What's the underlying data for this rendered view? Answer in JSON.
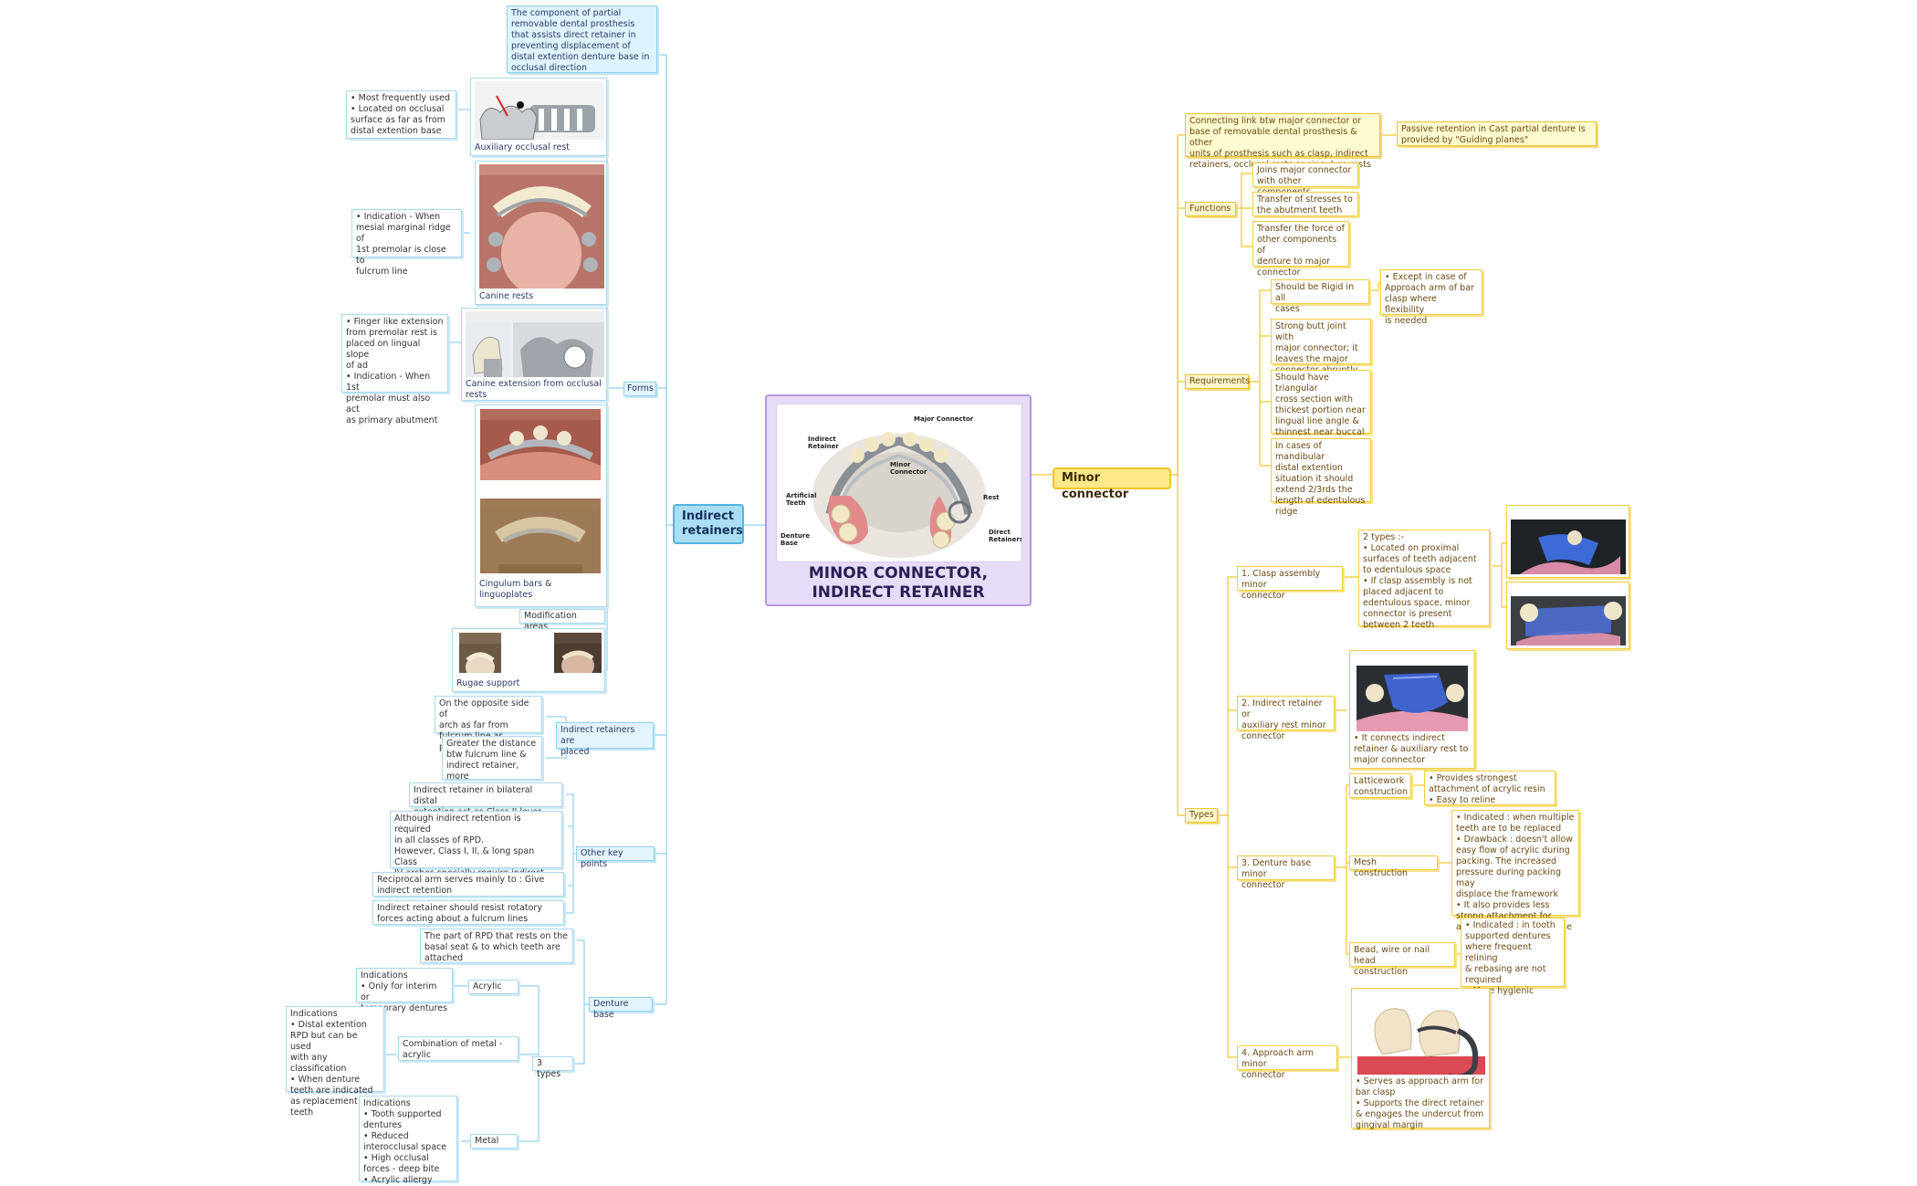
{
  "central": {
    "title": "MINOR CONNECTOR,\nINDIRECT RETAINER",
    "image_labels": {
      "major_connector": "Major Connector",
      "indirect_retainer": "Indirect\nRetainer",
      "minor_connector": "Minor\nConnector",
      "artificial_teeth": "Artificial\nTeeth",
      "rest": "Rest",
      "denture_base": "Denture\nBase",
      "direct_retainers": "Direct\nRetainers"
    }
  },
  "left": {
    "main_label": "Indirect\nretainers",
    "definition": "The component of partial\nremovable dental prosthesis\nthat assists direct retainer in\npreventing displacement of\ndistal extention denture base in\nocclusal direction",
    "forms": {
      "label": "Forms",
      "auxiliary": {
        "caption": "Auxiliary occlusal rest",
        "note": "•  Most frequently used\n•  Located on occlusal\nsurface as far as from\ndistal extention base"
      },
      "canine_rests": {
        "caption": "Canine rests",
        "note": "•  Indication - When\nmesial marginal ridge of\n1st premolar is close to\nfulcrum line"
      },
      "canine_extension": {
        "caption": "Canine extension from occlusal\nrests",
        "note": "•  Finger like extension\nfrom premolar rest is\nplaced on lingual slope\nof ad\n•  Indication - When 1st\npremolar must also act\nas primary abutment"
      },
      "cingulum": {
        "caption": "Cingulum bars &\nlinguoplates"
      },
      "modification": {
        "caption": "Modification areas"
      },
      "rugae": {
        "caption": "Rugae support"
      }
    },
    "placed": {
      "label": "Indirect retainers are\nplaced",
      "items": [
        "On the opposite side of\narch as far from\nfulcrum line as possible",
        "Greater the distance\nbtw fulcrum line &\nindirect retainer, more\neffective it'll be"
      ]
    },
    "key_points": {
      "label": "Other key points",
      "items": [
        "Indirect retainer in bilateral distal\nextention act as Class II lever",
        "Although indirect retention is required\nin all classes of RPD.\nHowever, Class I, II, & long span Class\nIV arches specially require indirect\nretention",
        "Reciprocal arm serves mainly to : Give\nindirect retention",
        "Indirect retainer should resist rotatory\nforces acting about a fulcrum lines"
      ]
    },
    "denture_base": {
      "label": "Denture base",
      "definition": "The part of RPD that rests on the\nbasal seat & to which teeth are\nattached",
      "types_label": "3 types",
      "acrylic": {
        "label": "Acrylic",
        "note": "Indications\n•  Only for interim or\ntemporary dentures"
      },
      "combo": {
        "label": "Combination of metal -\nacrylic",
        "note": "Indications\n•  Distal extention\nRPD but can be used\nwith any\nclassification\n•  When denture\nteeth are indicated\nas replacement teeth"
      },
      "metal": {
        "label": "Metal",
        "note": "Indications\n•  Tooth supported\ndentures\n•  Reduced\ninterocclusal space\n•  High occlusal\nforces - deep bite\n•  Acrylic allergy"
      }
    }
  },
  "right": {
    "main_label": "Minor connector",
    "definition": "Connecting link btw major connector or\nbase of removable dental prosthesis & other\nunits of prosthesis such as clasp, indirect\nretainers, occlusal rests or cingulum rests",
    "definition_note": "Passive retention in Cast partial denture is\nprovided by \"Guiding planes\"",
    "functions": {
      "label": "Functions",
      "items": [
        "Joins major connector\nwith other components",
        "Transfer of stresses to\nthe abutment teeth",
        "Transfer the force of\nother components of\ndenture to major\nconnector"
      ]
    },
    "requirements": {
      "label": "Requirements",
      "items": [
        "Should be Rigid in all\ncases",
        "Strong butt joint with\nmajor connector; it\nleaves the major\nconnector abruptly",
        "Should have triangular\ncross section with\nthickest portion near\nlingual line angle &\nthinnest near buccal\nline angle",
        "In cases of mandibular\ndistal extention\nsituation it should\nextend 2/3rds the\nlength of edentulous\nridge"
      ],
      "rigid_note": "•  Except in case of\nApproach arm of bar\nclasp where flexibility\nis needed"
    },
    "types": {
      "label": "Types",
      "clasp": {
        "label": "1. Clasp assembly minor\nconnector",
        "note": "2 types :-\n•  Located on proximal\nsurfaces of teeth adjacent\nto edentulous space\n•  If clasp assembly is not\nplaced adjacent to\nedentulous space, minor\nconnector is present\nbetween 2 teeth"
      },
      "indirect": {
        "label": "2. Indirect retainer or\nauxiliary rest minor\nconnector",
        "note": "•  It connects indirect\nretainer & auxiliary rest to\nmajor connector"
      },
      "denture_base": {
        "label": "3. Denture base minor\nconnector",
        "lattice": {
          "label": "Latticework\nconstruction",
          "note": "•  Provides strongest\nattachment of acrylic resin\n•  Easy to reline"
        },
        "mesh": {
          "label": "Mesh construction",
          "note": "•  Indicated :  when multiple\nteeth are to be replaced\n•  Drawback : doesn't allow\neasy flow of acrylic during\npacking. The increased\npressure during packing may\ndisplace the framework\n•  It also provides less\nstrong attachment for\nacrylic compared to lattice"
        },
        "bead": {
          "label": "Bead, wire or nail head\nconstruction",
          "note": "•  Indicated :  in tooth\nsupported dentures\nwhere frequent relining\n& rebasing are not\nrequired\n•  More hygienic"
        }
      },
      "approach": {
        "label": "4. Approach arm minor\nconnector",
        "note": "•  Serves as approach arm for\nbar clasp\n•  Supports the direct retainer\n& engages the undercut from\ngingival margin"
      }
    }
  }
}
